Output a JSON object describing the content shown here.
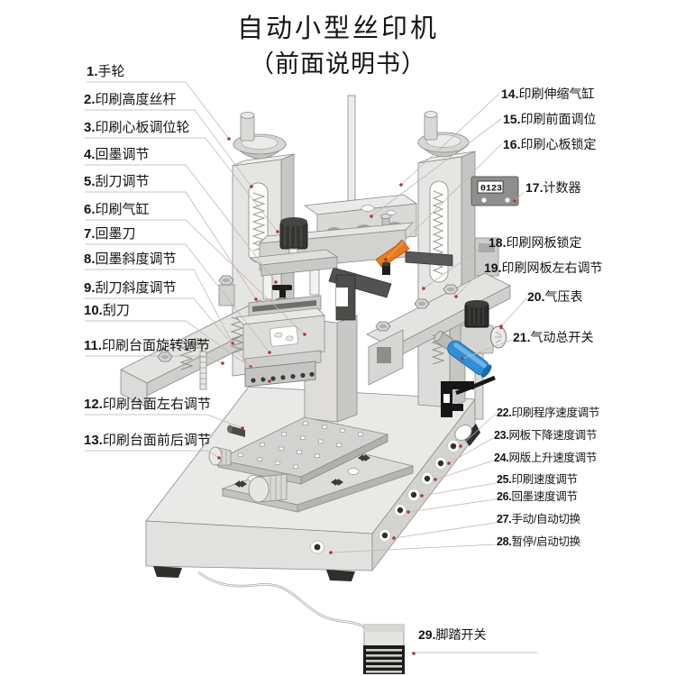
{
  "title": "自动小型丝印机",
  "subtitle": "（前面说明书）",
  "counter": {
    "display": "0123"
  },
  "colors": {
    "machine_gray": "#e4e4e2",
    "dark_part": "#353533",
    "accent_orange": "#e97b1a",
    "accent_blue": "#2f8fd6",
    "leader_dot": "#a63a3a"
  },
  "labels_left": [
    {
      "num": "1.",
      "text": "手轮"
    },
    {
      "num": "2.",
      "text": "印刷高度丝杆"
    },
    {
      "num": "3.",
      "text": "印刷心板调位轮"
    },
    {
      "num": "4.",
      "text": "回墨调节"
    },
    {
      "num": "5.",
      "text": "刮刀调节"
    },
    {
      "num": "6.",
      "text": "印刷气缸"
    },
    {
      "num": "7.",
      "text": "回墨刀"
    },
    {
      "num": "8.",
      "text": "回墨斜度调节"
    },
    {
      "num": "9.",
      "text": "刮刀斜度调节"
    },
    {
      "num": "10.",
      "text": "刮刀"
    },
    {
      "num": "11.",
      "text": "印刷台面旋转调节"
    },
    {
      "num": "12.",
      "text": "印刷台面左右调节"
    },
    {
      "num": "13.",
      "text": "印刷台面前后调节"
    }
  ],
  "labels_right": [
    {
      "num": "14.",
      "text": "印刷伸缩气缸"
    },
    {
      "num": "15.",
      "text": "印刷前面调位"
    },
    {
      "num": "16.",
      "text": "印刷心板锁定"
    },
    {
      "num": "17.",
      "text": "计数器"
    },
    {
      "num": "18.",
      "text": "印刷网板锁定"
    },
    {
      "num": "19.",
      "text": "印刷网板左右调节"
    },
    {
      "num": "20.",
      "text": "气压表"
    },
    {
      "num": "21.",
      "text": "气动总开关"
    },
    {
      "num": "22.",
      "text": "印刷程序速度调节"
    },
    {
      "num": "23.",
      "text": "网板下降速度调节"
    },
    {
      "num": "24.",
      "text": "网版上升速度调节"
    },
    {
      "num": "25.",
      "text": "印刷速度调节"
    },
    {
      "num": "26.",
      "text": "回墨速度调节"
    },
    {
      "num": "27.",
      "text": "手动/自动切换"
    },
    {
      "num": "28.",
      "text": "暂停/启动切换"
    },
    {
      "num": "29.",
      "text": "脚踏开关"
    }
  ]
}
